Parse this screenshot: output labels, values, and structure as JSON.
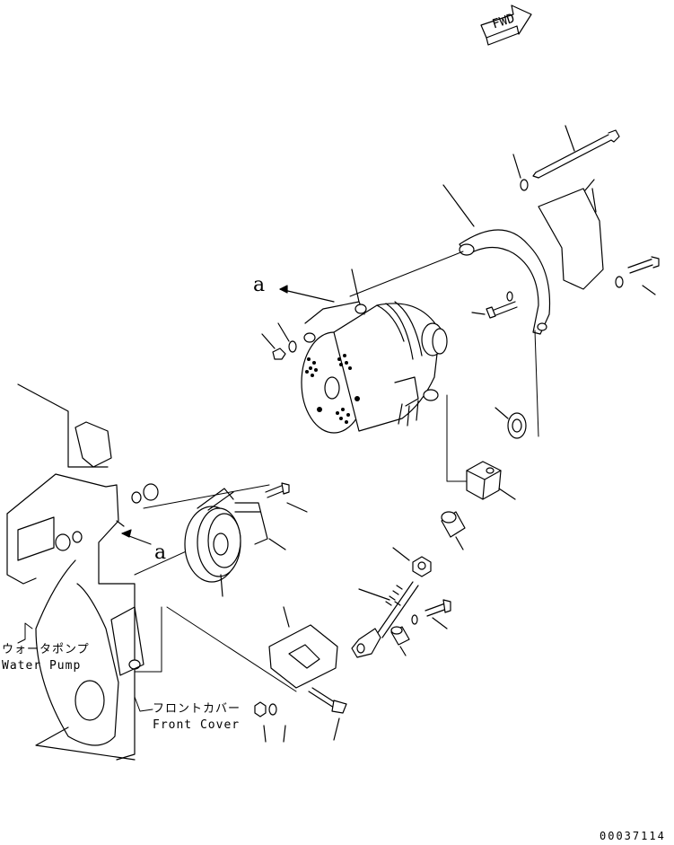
{
  "fwd_label": "FWD",
  "view_marker_top": "a",
  "view_marker_left": "a",
  "water_pump_jp": "ウォータポンプ",
  "water_pump_en": "Water Pump",
  "front_cover_jp": "フロントカバー",
  "front_cover_en": "Front Cover",
  "drawing_number": "00037114",
  "colors": {
    "line": "#000000",
    "background": "#ffffff"
  }
}
